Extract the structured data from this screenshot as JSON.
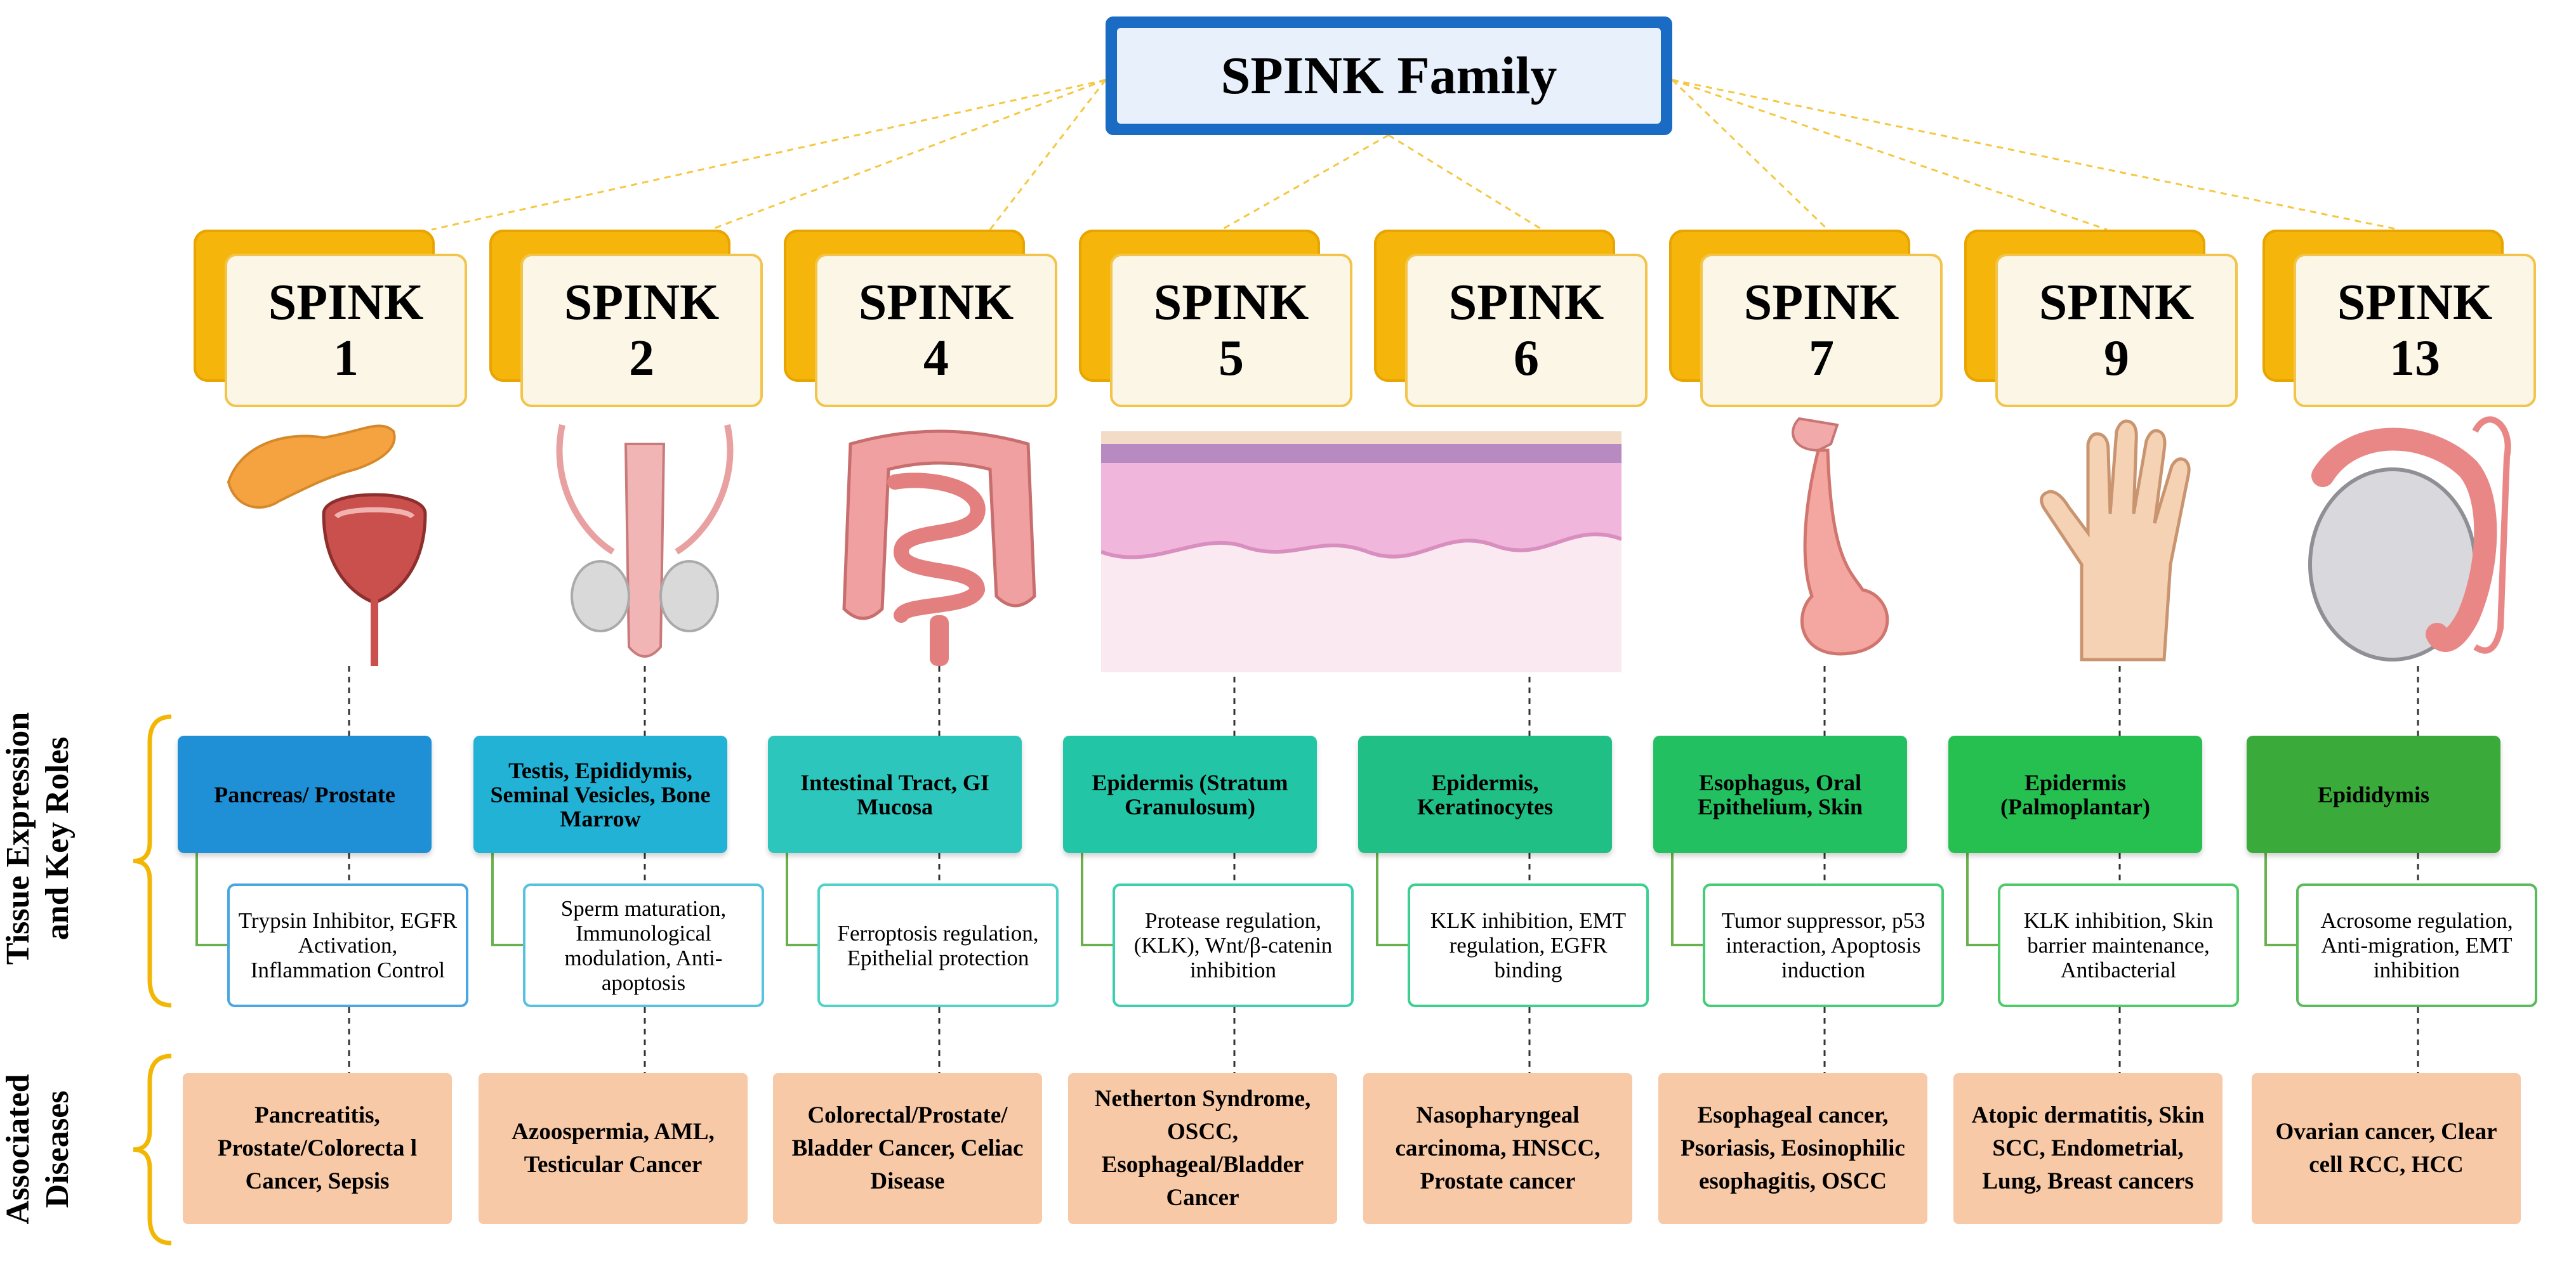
{
  "title": "SPINK Family",
  "side_labels": {
    "tissue": [
      "Tissue Expression",
      "and Key Roles"
    ],
    "diseases": [
      "Associated",
      "Diseases"
    ]
  },
  "colors": {
    "title_border": "#1a6bc4",
    "card_yellow": "#f5b50a",
    "disease_fill": "#f7c9a6",
    "bracket": "#f2b705"
  },
  "members": [
    {
      "name": "SPINK",
      "number": "1",
      "illustration": "pancreas-prostate-icon",
      "tissue": "Pancreas/ Prostate",
      "roles": "Trypsin Inhibitor, EGFR Activation, Inflammation Control",
      "diseases": "Pancreatitis, Prostate/Colorecta l Cancer, Sepsis",
      "tissue_color": "#1f8fd6",
      "role_border": "#4aa6e0"
    },
    {
      "name": "SPINK",
      "number": "2",
      "illustration": "male-reproductive-icon",
      "tissue": "Testis, Epididymis, Seminal Vesicles, Bone Marrow",
      "roles": "Sperm maturation, Immunological modulation, Anti-apoptosis",
      "diseases": "Azoospermia, AML, Testicular Cancer",
      "tissue_color": "#22b2d6",
      "role_border": "#55c3e0"
    },
    {
      "name": "SPINK",
      "number": "4",
      "illustration": "intestine-icon",
      "tissue": "Intestinal Tract, GI Mucosa",
      "roles": "Ferroptosis regulation, Epithelial protection",
      "diseases": "Colorectal/Prostate/ Bladder Cancer, Celiac Disease",
      "tissue_color": "#2cc6bc",
      "role_border": "#4fd2c8"
    },
    {
      "name": "SPINK",
      "number": "5",
      "illustration": "skin-layers-icon",
      "tissue": "Epidermis (Stratum Granulosum)",
      "roles": "Protease regulation, (KLK), Wnt/β-catenin inhibition",
      "diseases": "Netherton Syndrome, OSCC, Esophageal/Bladder Cancer",
      "tissue_color": "#22c6a6",
      "role_border": "#3ccfae"
    },
    {
      "name": "SPINK",
      "number": "6",
      "illustration": "",
      "tissue": "Epidermis, Keratinocytes",
      "roles": "KLK inhibition, EMT regulation, EGFR binding",
      "diseases": "Nasopharyngeal carcinoma, HNSCC, Prostate cancer",
      "tissue_color": "#1fbf86",
      "role_border": "#3ccf90"
    },
    {
      "name": "SPINK",
      "number": "7",
      "illustration": "esophagus-icon",
      "tissue": "Esophagus, Oral Epithelium, Skin",
      "roles": "Tumor suppressor, p53 interaction, Apoptosis induction",
      "diseases": "Esophageal cancer, Psoriasis, Eosinophilic esophagitis, OSCC",
      "tissue_color": "#22c060",
      "role_border": "#46cc72"
    },
    {
      "name": "SPINK",
      "number": "9",
      "illustration": "hand-icon",
      "tissue": "Epidermis (Palmoplantar)",
      "roles": "KLK inhibition, Skin barrier maintenance, Antibacterial",
      "diseases": "Atopic dermatitis, Skin SCC, Endometrial, Lung, Breast cancers",
      "tissue_color": "#25c050",
      "role_border": "#4ecb68"
    },
    {
      "name": "SPINK",
      "number": "13",
      "illustration": "testis-epididymis-icon",
      "tissue": "Epididymis",
      "roles": "Acrosome regulation, Anti-migration, EMT inhibition",
      "diseases": "Ovarian cancer, Clear cell RCC, HCC",
      "tissue_color": "#3aaa3a",
      "role_border": "#5abb5a"
    }
  ]
}
